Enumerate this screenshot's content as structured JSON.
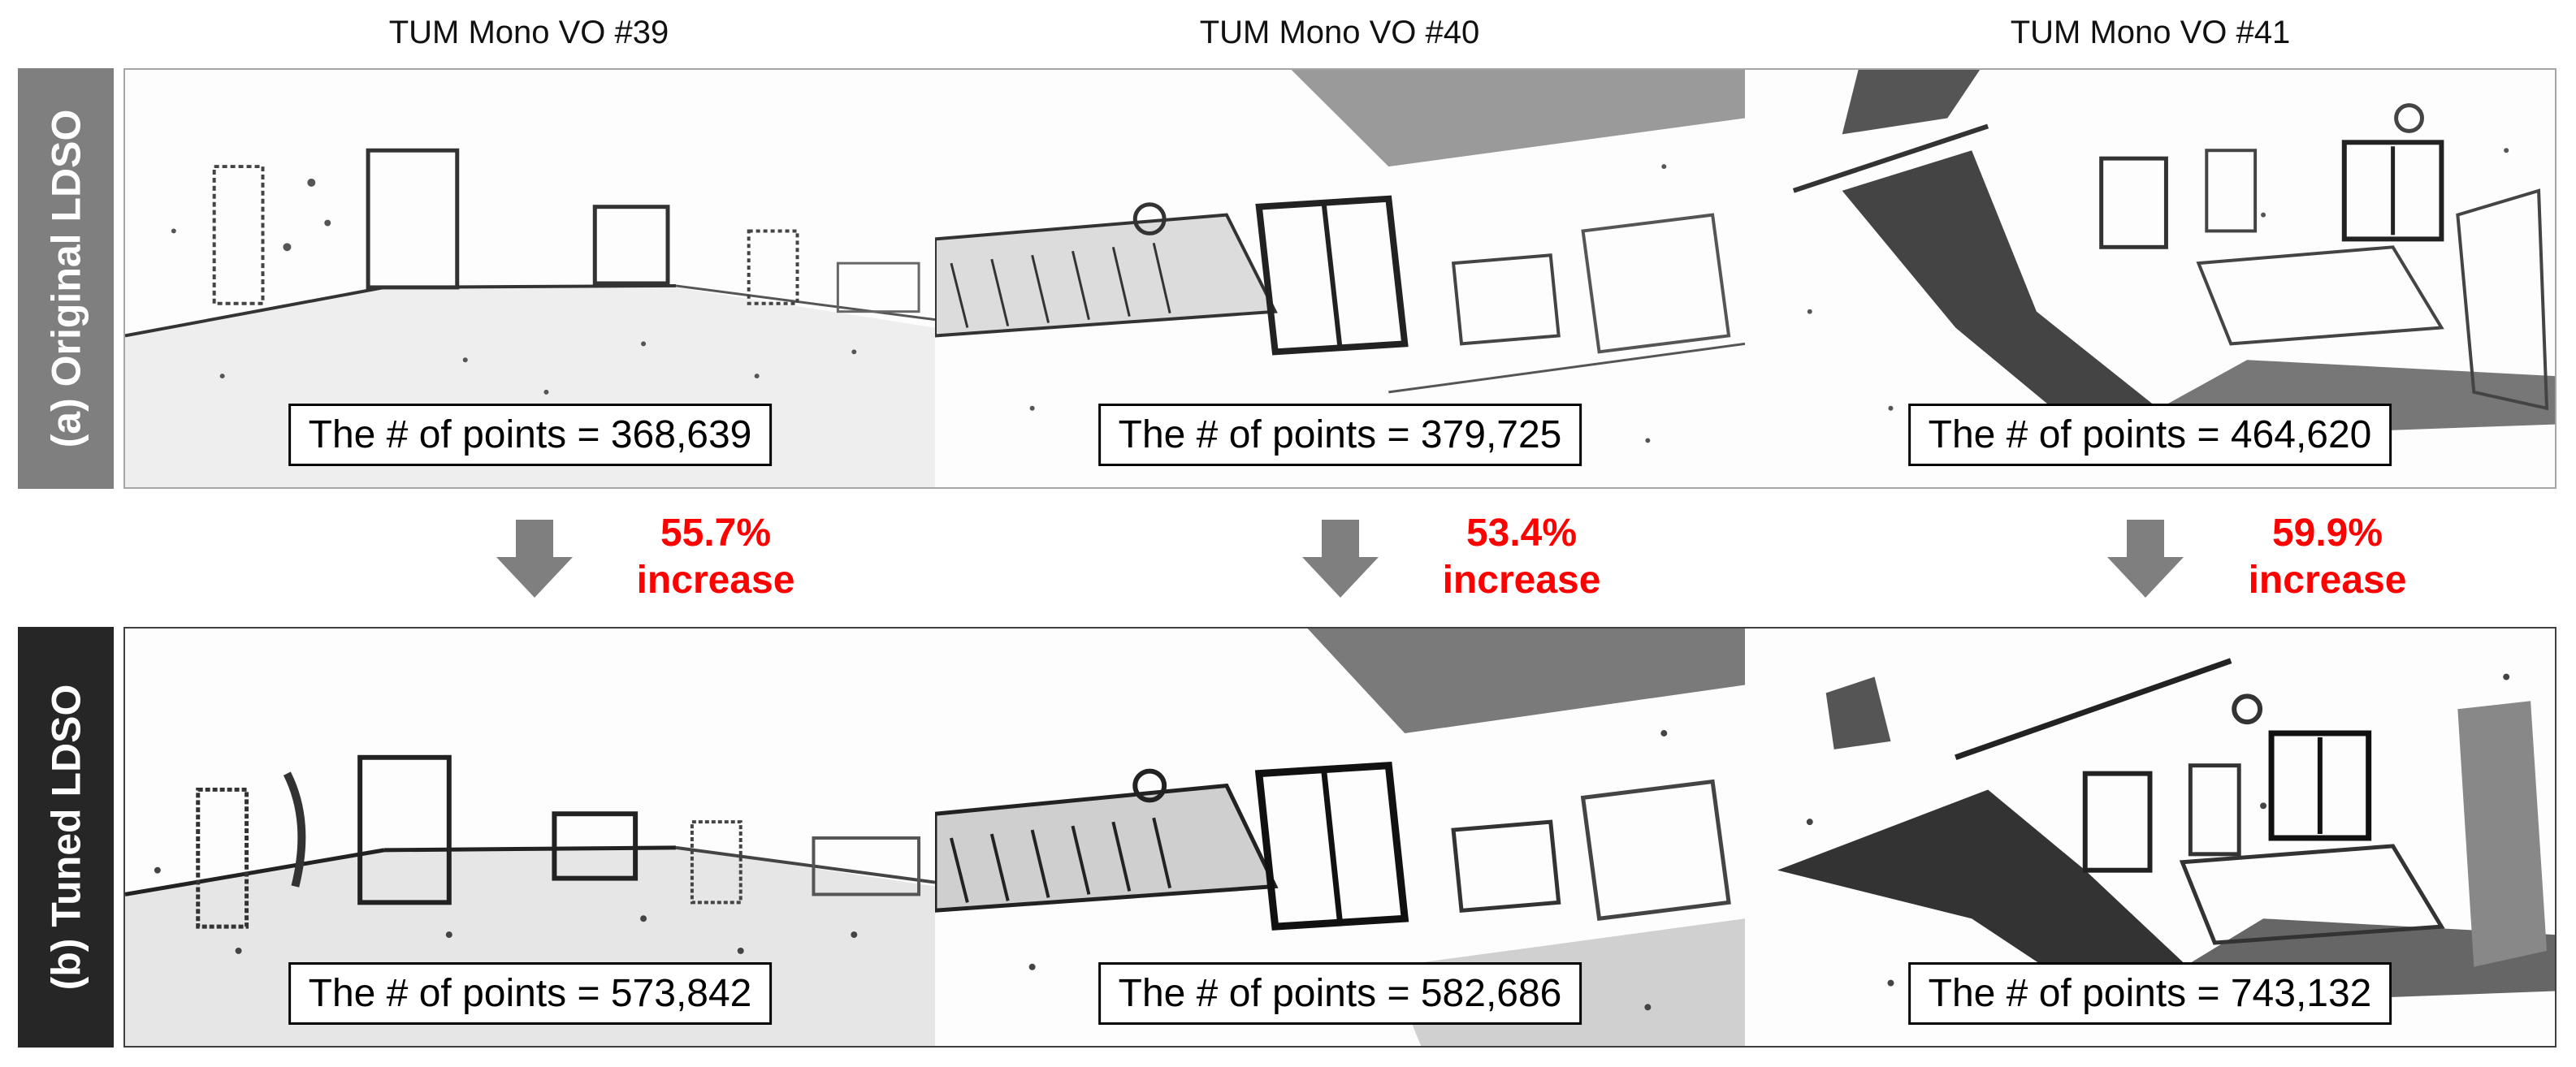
{
  "columns": [
    {
      "title": "TUM Mono VO #39",
      "original_points": "The # of points = 368,639",
      "tuned_points": "The # of points = 573,842",
      "increase_pct": "55.7%",
      "increase_word": "increase"
    },
    {
      "title": "TUM Mono VO #40",
      "original_points": "The # of points = 379,725",
      "tuned_points": "The # of points = 582,686",
      "increase_pct": "53.4%",
      "increase_word": "increase"
    },
    {
      "title": "TUM Mono VO #41",
      "original_points": "The # of points = 464,620",
      "tuned_points": "The # of points = 743,132",
      "increase_pct": "59.9%",
      "increase_word": "increase"
    }
  ],
  "rows": {
    "original_label": "(a) Original LDSO",
    "tuned_label": "(b) Tuned LDSO"
  },
  "colors": {
    "highlight": "#ff0000",
    "arrow": "#7f7f7f",
    "label_a_bg": "#7f7f7f",
    "label_b_bg": "#262626"
  }
}
